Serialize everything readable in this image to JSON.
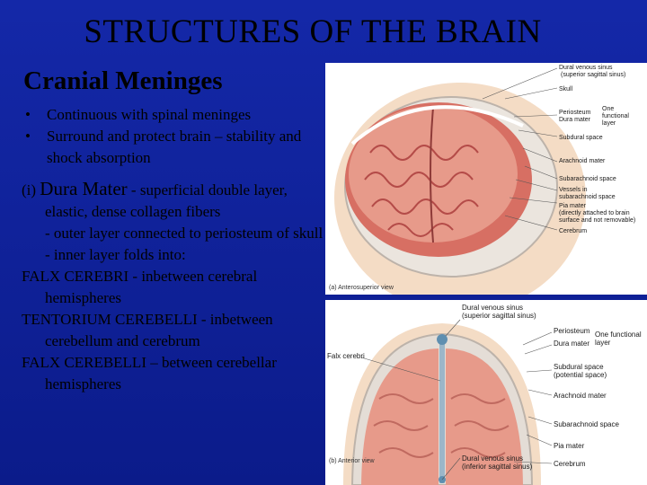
{
  "title": "STRUCTURES OF THE BRAIN",
  "subtitle": "Cranial Meninges",
  "bullets": [
    "Continuous with spinal meninges",
    "Surround and protect brain – stability and shock absorption"
  ],
  "bullet_glyph": "•",
  "dura": {
    "number": "(i)",
    "name": "Dura Mater",
    "desc": "- superficial double layer, elastic, dense collagen fibers",
    "outer": "- outer layer connected to periosteum of skull",
    "inner": "- inner layer folds into:",
    "falx_cerebri": "FALX CEREBRI - inbetween cerebral hemispheres",
    "tentorium": "TENTORIUM CEREBELLI - inbetween cerebellum and cerebrum",
    "falx_cerebelli": "FALX CEREBELLI – between cerebellar hemispheres"
  },
  "figure_top": {
    "caption": "(a) Anterosuperior view",
    "labels": {
      "dural_sinus": "Dural venous sinus",
      "dural_sinus_sub": "(superior sagittal sinus)",
      "skull": "Skull",
      "periosteum": "Periosteum",
      "dura_mater": "Dura mater",
      "one_functional": "One",
      "functional": "functional",
      "layer": "layer",
      "subdural": "Subdural space",
      "arachnoid": "Arachnoid mater",
      "subarachnoid": "Subarachnoid space",
      "vessels": "Vessels in",
      "vessels_sub": "subarachnoid space",
      "pia": "Pia mater",
      "pia_sub1": "(directly attached to brain",
      "pia_sub2": "surface and not removable)",
      "cerebrum": "Cerebrum"
    }
  },
  "figure_bottom": {
    "caption": "(b) Anterior view",
    "labels": {
      "dural_sinus": "Dural venous sinus",
      "dural_sinus_sub": "(superior sagittal sinus)",
      "periosteum": "Periosteum",
      "dura_mater": "Dura mater",
      "one_functional": "One functional",
      "layer": "layer",
      "falx": "Falx cerebri",
      "subdural": "Subdural space",
      "subdural_sub": "(potential space)",
      "arachnoid": "Arachnoid mater",
      "subarachnoid": "Subarachnoid space",
      "pia": "Pia mater",
      "inferior_sinus": "Dural venous sinus",
      "inferior_sinus_sub": "(inferior sagittal sinus)",
      "cerebrum": "Cerebrum"
    }
  },
  "colors": {
    "background": "#0d1d8e",
    "text": "#000000",
    "brain": "#e79a8a",
    "brain_dark": "#c9605a",
    "dura": "#d9d4cf",
    "skin": "#f4dcc5"
  }
}
